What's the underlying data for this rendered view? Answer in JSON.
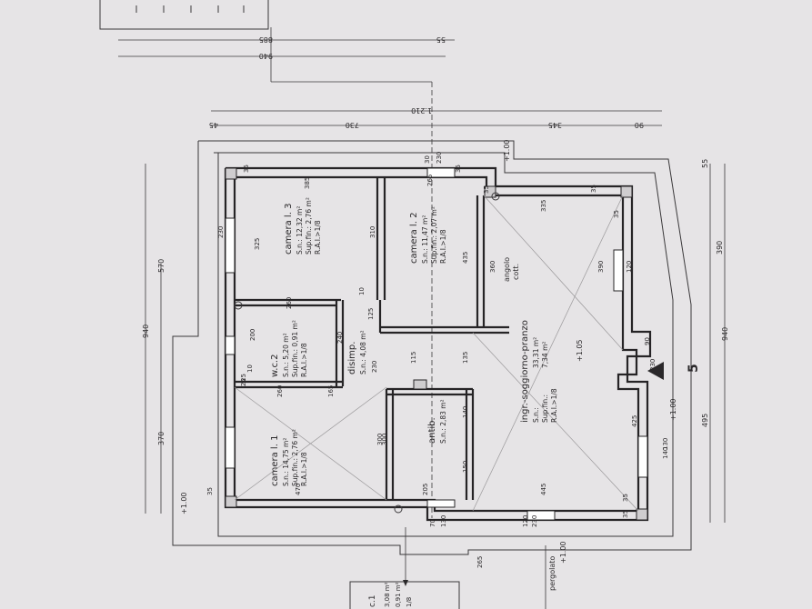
{
  "top_dimensions": {
    "d885": "885",
    "d55": "55",
    "d940": "940",
    "d1210": "1.210",
    "d45": "45",
    "d730": "730",
    "d345": "345",
    "d90": "90"
  },
  "left_dimensions": {
    "d940": "940",
    "d570": "570",
    "d370": "370"
  },
  "right_dimensions": {
    "d55": "55",
    "d390": "390",
    "d940": "940",
    "d495": "495"
  },
  "levels": {
    "top": "+1.00",
    "left": "+1.00",
    "right": "+1.00",
    "center": "+1.05",
    "bottom": "+1.00"
  },
  "rooms": [
    {
      "name": "camera l. 3",
      "sn": "S.n.:   12,32 m²",
      "sup": "Sup.fin.: 2,76 m²",
      "ra": "R.A.I.>1/8"
    },
    {
      "name": "camera l. 2",
      "sn": "S.n.:   11,47 m²",
      "sup": "Sup.fin.: 2,07 m²",
      "ra": "R.A.I.>1/8"
    },
    {
      "name": "w.c.2",
      "sn": "S.n.:   5,20 m²",
      "sup": "Sup.fin.: 0,91 m²",
      "ra": "R.A.I.>1/8"
    },
    {
      "name": "disimp.",
      "sn": "S.n.: 4,08 m²"
    },
    {
      "name": "camera l. 1",
      "sn": "S.n.:   14,75 m²",
      "sup": "Sup.fin.: 2,76 m²",
      "ra": "R.A.I.>1/8"
    },
    {
      "name": "antib.",
      "sn": "S.n.: 2,83 m²"
    },
    {
      "name": "ingr.-soggiorno-pranzo",
      "sn": "S.n.:",
      "area": "33,31 m²",
      "sup": "Sup.fin.:",
      "sup_val": "7,34 m²",
      "ra": "R.A.I.>1/8"
    }
  ],
  "angolo": {
    "line1": "angolo",
    "line2": "cott."
  },
  "section_marker": "5",
  "pergolato": "pergolato",
  "inner_dims": [
    "35",
    "385",
    "30",
    "230",
    "265",
    "35",
    "35",
    "335",
    "35",
    "35",
    "230",
    "120",
    "325",
    "310",
    "435",
    "360",
    "390",
    "260",
    "200",
    "125",
    "10",
    "240",
    "230",
    "115",
    "135",
    "90",
    "230",
    "25",
    "10",
    "260",
    "165",
    "300",
    "140",
    "150",
    "425",
    "130",
    "140",
    "470",
    "300",
    "205",
    "445",
    "35",
    "35",
    "70",
    "130",
    "120",
    "230",
    "265",
    "35",
    "25"
  ],
  "bottom_left": {
    "label": "c.1",
    "v1": "3,08 m²",
    "v2": "0,91 m²",
    "v3": "1/8"
  }
}
